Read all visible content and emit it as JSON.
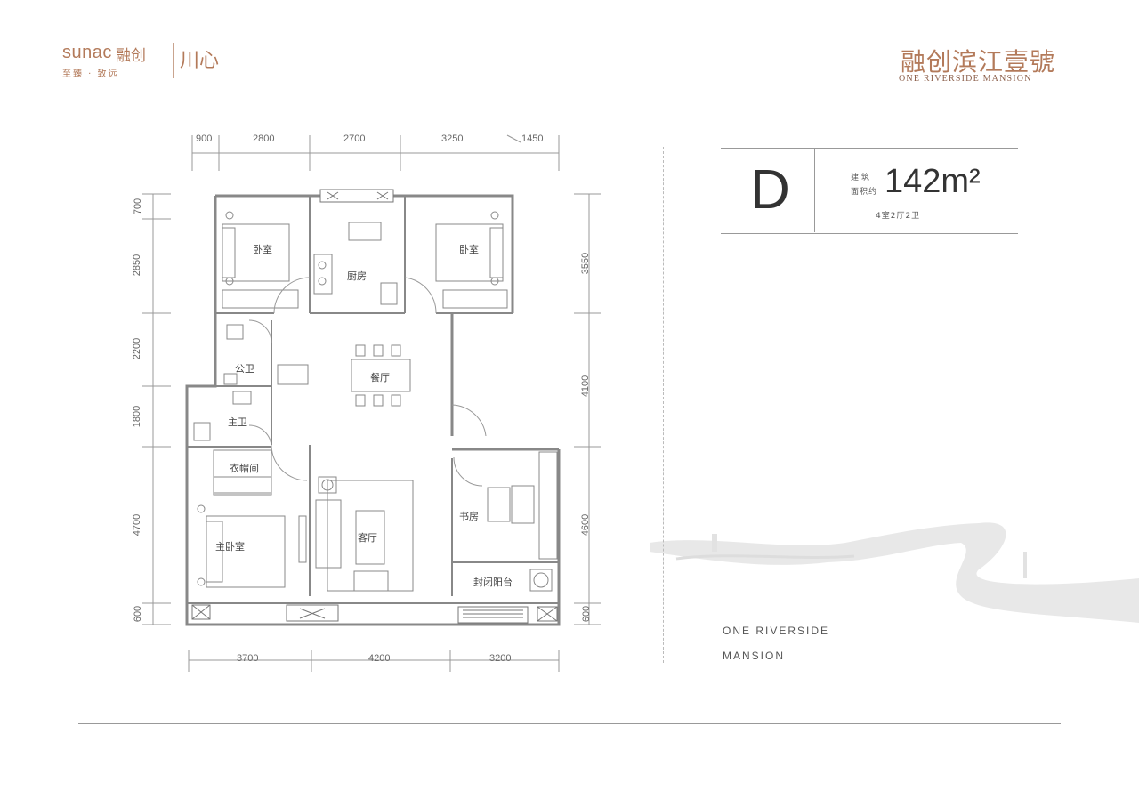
{
  "header": {
    "brand_en": "sunac",
    "brand_cn": "融创",
    "brand_slogan": "至臻 · 致远",
    "project_name_cn": "融创滨江壹號",
    "project_name_en": "ONE RIVERSIDE MANSION"
  },
  "unit": {
    "type_letter": "D",
    "area_label_line1": "建筑",
    "area_label_line2": "面积约",
    "area_value": "142m²",
    "layout": "4室2厅2卫"
  },
  "dimensions": {
    "top": [
      "900",
      "2800",
      "2700",
      "3250",
      "1450"
    ],
    "bottom": [
      "3700",
      "4200",
      "3200"
    ],
    "left": [
      "700",
      "2850",
      "2200",
      "1800",
      "4700",
      "600"
    ],
    "right": [
      "3550",
      "4100",
      "4600",
      "600"
    ]
  },
  "rooms": {
    "bedroom_1": "卧室",
    "kitchen": "厨房",
    "bedroom_2": "卧室",
    "public_bath": "公卫",
    "dining": "餐厅",
    "master_bath": "主卫",
    "walk_in_closet": "衣帽间",
    "master_bedroom": "主卧室",
    "living": "客厅",
    "study": "书房",
    "enclosed_balcony": "封闭阳台"
  },
  "footer": {
    "line1": "ONE RIVERSIDE",
    "line2": "MANSION"
  },
  "colors": {
    "brand": "#b37a5a",
    "wall": "#888888",
    "text": "#444444"
  }
}
